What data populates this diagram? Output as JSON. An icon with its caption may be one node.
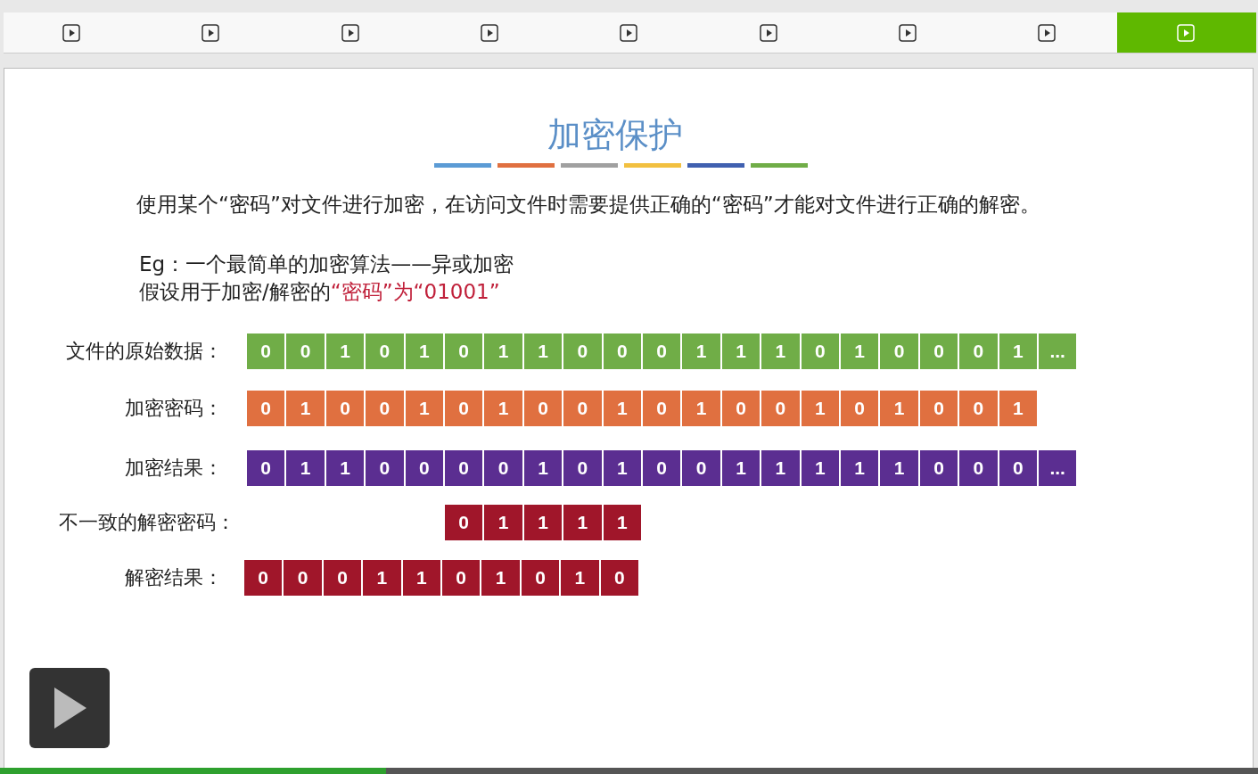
{
  "diagram": {
    "title": "加密保护",
    "labels": [
      "使用某个“密码”对文件进行加密，在访问文件时需要提供正确的“密码”才能对文件进行正确的解密。",
      "Eg：一个最简单的加密算法——异或加密",
      "假设用于加密/解密的",
      "“密码”为“01001”",
      "文件的原始数据：",
      "0",
      "0",
      "1",
      "0",
      "1",
      "0",
      "1",
      "1",
      "0",
      "0",
      "0",
      "1",
      "1",
      "1",
      "0",
      "1",
      "0",
      "0",
      "0",
      "1",
      "...",
      "加密密码：",
      "0",
      "1",
      "0",
      "0",
      "1",
      "0",
      "1",
      "0",
      "0",
      "1",
      "0",
      "1",
      "0",
      "0",
      "1",
      "0",
      "1",
      "0",
      "0",
      "1",
      "加密结果：",
      "0",
      "1",
      "1",
      "0",
      "0",
      "0",
      "0",
      "1",
      "0",
      "1",
      "0",
      "0",
      "1",
      "1",
      "1",
      "1",
      "1",
      "0",
      "0",
      "0",
      "...",
      "不一致的解密密码：",
      "0",
      "1",
      "1",
      "1",
      "1",
      "解密结果：",
      "0",
      "0",
      "0",
      "1",
      "1",
      "0",
      "1",
      "0",
      "1",
      "0"
    ]
  }
}
